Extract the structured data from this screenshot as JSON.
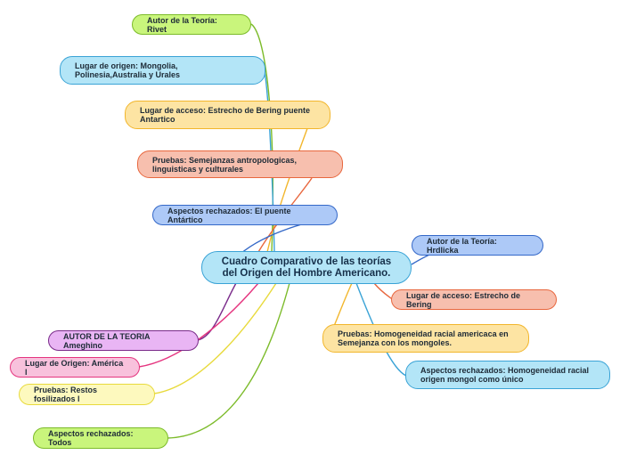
{
  "center": {
    "label": "Cuadro Comparativo de las teorías\ndel Origen del Hombre Americano."
  },
  "nodes": {
    "rivet_author": "Autor de la Teoría: Rivet",
    "rivet_origin": "Lugar de origen: Mongolia,\nPolinesia,Australia y Urales",
    "rivet_access": "Lugar de acceso: Estrecho de Bering  puente\nAntartico",
    "rivet_evidence": "Pruebas: Semejanzas antropologicas,\nlinguisticas y culturales",
    "rivet_rejected": "Aspectos rechazados: El puente Antártico",
    "hrdlicka_author": "Autor de la Teoría: Hrdlicka",
    "hrdlicka_access": "Lugar de acceso: Estrecho de Bering",
    "hrdlicka_evidence": "Pruebas: Homogeneidad racial americaca en\nSemejanza con los mongoles.",
    "hrdlicka_rejected": "Aspectos rechazados: Homogeneidad racial\norigen mongol como único",
    "ameghino_author": "AUTOR DE LA TEORIA Ameghino",
    "ameghino_origin": "Lugar de Origen: América l",
    "ameghino_evidence": "Pruebas: Restos fosilizados l",
    "ameghino_rejected": "Aspectos rechazados: Todos"
  },
  "colors": {
    "green": "#7cbb2a",
    "blue": "#3aa3d6",
    "orange": "#f2b62c",
    "salmon": "#e8673e",
    "navy": "#3468c8",
    "purple": "#7a2b8a",
    "pink": "#e5357f",
    "yellow": "#e8da3c"
  }
}
